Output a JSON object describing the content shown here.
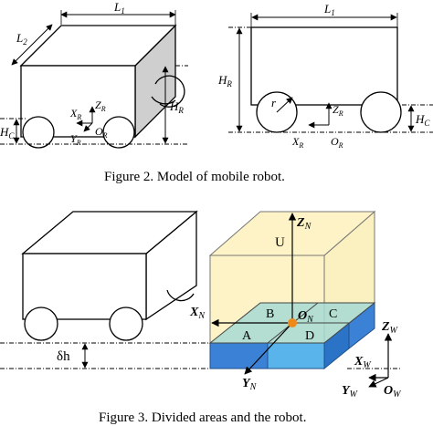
{
  "figure2": {
    "caption": "Figure 2.    Model of mobile robot.",
    "left": {
      "L1": "L",
      "L1_sub": "1",
      "L2": "L",
      "L2_sub": "2",
      "HR": "H",
      "HR_sub": "R",
      "HC": "H",
      "HC_sub": "C",
      "ZR": "Z",
      "ZR_sub": "R",
      "XR": "X",
      "XR_sub": "R",
      "YR": "Y",
      "YR_sub": "R",
      "OR": "O",
      "OR_sub": "R"
    },
    "right": {
      "L1": "L",
      "L1_sub": "1",
      "HR": "H",
      "HR_sub": "R",
      "HC": "H",
      "HC_sub": "C",
      "r": "r",
      "ZR": "Z",
      "ZR_sub": "R",
      "XR": "X",
      "XR_sub": "R",
      "OR": "O",
      "OR_sub": "R"
    }
  },
  "figure3": {
    "caption": "Figure 3.    Divided areas and the robot.",
    "dh": "δh",
    "U": "U",
    "ZN": "Z",
    "ZN_sub": "N",
    "XN": "X",
    "XN_sub": "N",
    "YN": "Y",
    "YN_sub": "N",
    "ON": "O",
    "ON_sub": "N",
    "A": "A",
    "B": "B",
    "C": "C",
    "D": "D",
    "ZW": "Z",
    "ZW_sub": "W",
    "XW": "X",
    "XW_sub": "W",
    "YW": "Y",
    "YW_sub": "W",
    "OW": "O",
    "OW_sub": "W"
  },
  "colors": {
    "box_fill": "#fdf3c6",
    "box_side": "#faf0c0",
    "plate_top": "#a6d9d2",
    "tile_left": "#3b82d6",
    "tile_mid": "#59b4ec",
    "tile_right": "#2b73c7",
    "origin": "#ef8a1a",
    "shadow": "#cfcfcf"
  }
}
